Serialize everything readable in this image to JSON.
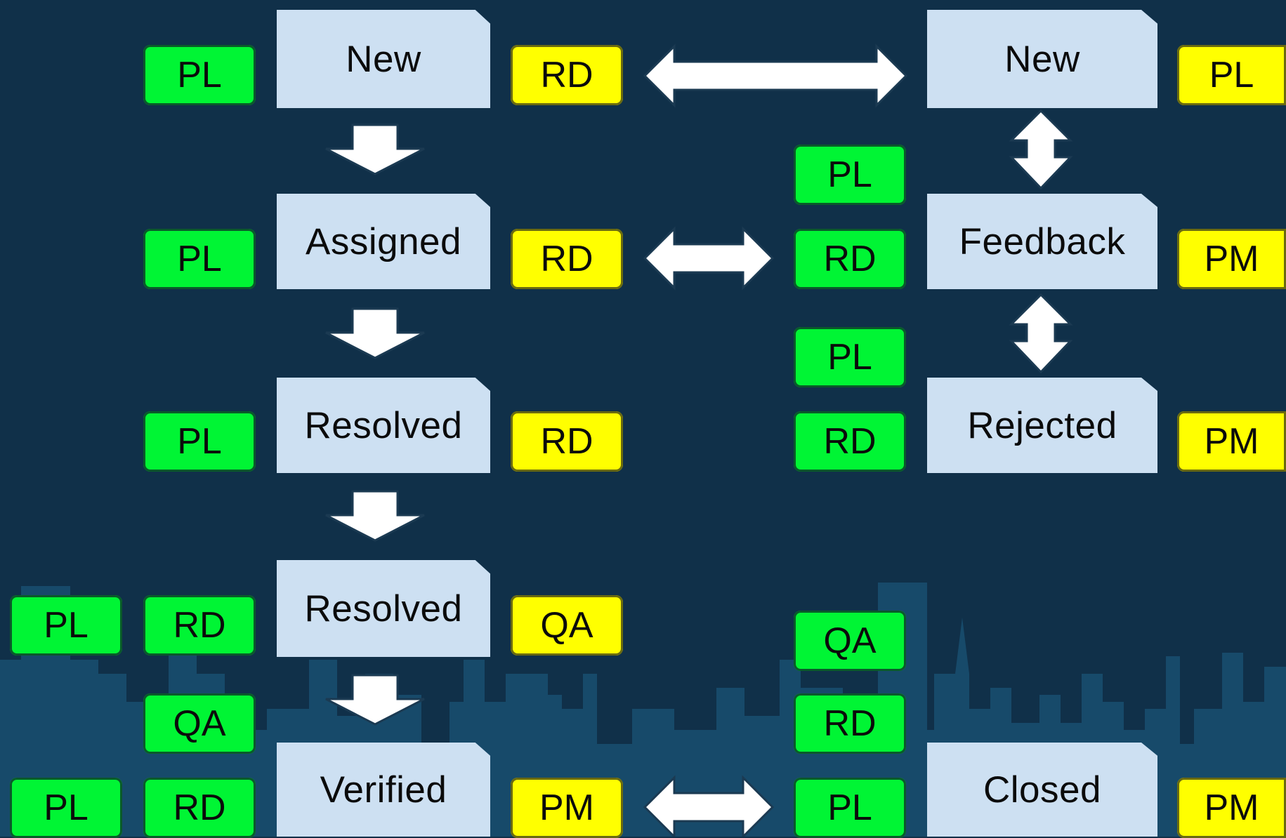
{
  "colors": {
    "background": "#103049",
    "state_fill": "#cde0f2",
    "tag_green": "#00f534",
    "tag_yellow": "#ffff00",
    "arrow": "#ffffff"
  },
  "states": {
    "new_left": "New",
    "assigned": "Assigned",
    "resolved_1": "Resolved",
    "resolved_2": "Resolved",
    "verified": "Verified",
    "new_right": "New",
    "feedback": "Feedback",
    "rejected": "Rejected",
    "closed": "Closed"
  },
  "tags": {
    "new_left_pl": "PL",
    "new_left_rd": "RD",
    "assigned_pl": "PL",
    "assigned_rd": "RD",
    "resolved1_pl": "PL",
    "resolved1_rd": "RD",
    "resolved2_pl": "PL",
    "resolved2_rd": "RD",
    "resolved2_qa": "QA",
    "verified_qa": "QA",
    "verified_pl": "PL",
    "verified_rd": "RD",
    "verified_pm": "PM",
    "new_right_pl": "PL",
    "feedback_pl": "PL",
    "feedback_rd": "RD",
    "feedback_pm": "PM",
    "rejected_pl": "PL",
    "rejected_rd": "RD",
    "rejected_pm": "PM",
    "closed_qa": "QA",
    "closed_rd": "RD",
    "closed_pl": "PL",
    "closed_pm": "PM"
  }
}
